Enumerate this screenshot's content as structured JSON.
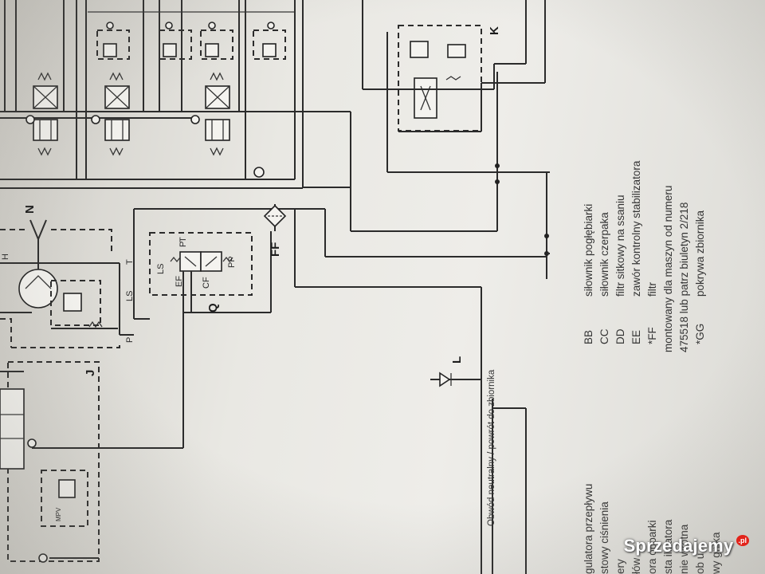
{
  "diagram": {
    "component_labels": {
      "n": "N",
      "q": "Q",
      "ff": "FF",
      "j": "J",
      "k": "K",
      "l": "L",
      "h": "H",
      "ls1": "LS",
      "ls2": "LS",
      "t1": "T",
      "t2": "T",
      "p1": "P",
      "p2": "P",
      "pp": "PP",
      "ef": "EF",
      "cf": "CF",
      "mpv": "MPV"
    },
    "neutral_circuit_note": "Obwód neutralny / powrót do zbiornika"
  },
  "legend_codes": [
    "BB",
    "CC",
    "DD",
    "EE",
    "*FF"
  ],
  "legend_descriptions": [
    "siłownik pogłębiarki",
    "siłownik czerpaka",
    "filtr sitkowy na ssaniu",
    "zawór kontrolny stabilizatora",
    "filtr",
    "montowany dla maszyn od numeru",
    "475518 lub patrz biuletyn 2/218",
    "pokrywa zbiornika"
  ],
  "legend_last_code": "*GG",
  "left_legend_fragments": [
    "gulatora przepływu",
    "stowy ciśnienia",
    "ery",
    "łów",
    "ora opparki",
    "sta ilizatora",
    "nie wrotna",
    "ob u",
    "wy gnika"
  ],
  "watermark": {
    "text": "Sprzedajemy",
    "badge": ".pl"
  }
}
